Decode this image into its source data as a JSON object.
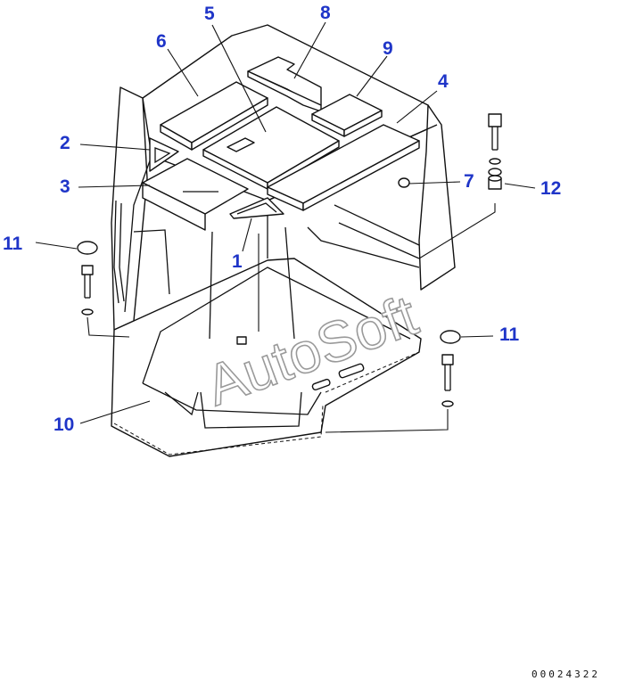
{
  "callouts": {
    "c1": "1",
    "c2": "2",
    "c3": "3",
    "c4": "4",
    "c5": "5",
    "c6": "6",
    "c7": "7",
    "c8": "8",
    "c9": "9",
    "c10": "10",
    "c11a": "11",
    "c11b": "11",
    "c12": "12"
  },
  "watermark": "AutoSoft",
  "drawing_code": "00024322",
  "colors": {
    "callout": "#1f35c8",
    "lines": "#111111",
    "watermark_outline": "#9a9a9a"
  }
}
